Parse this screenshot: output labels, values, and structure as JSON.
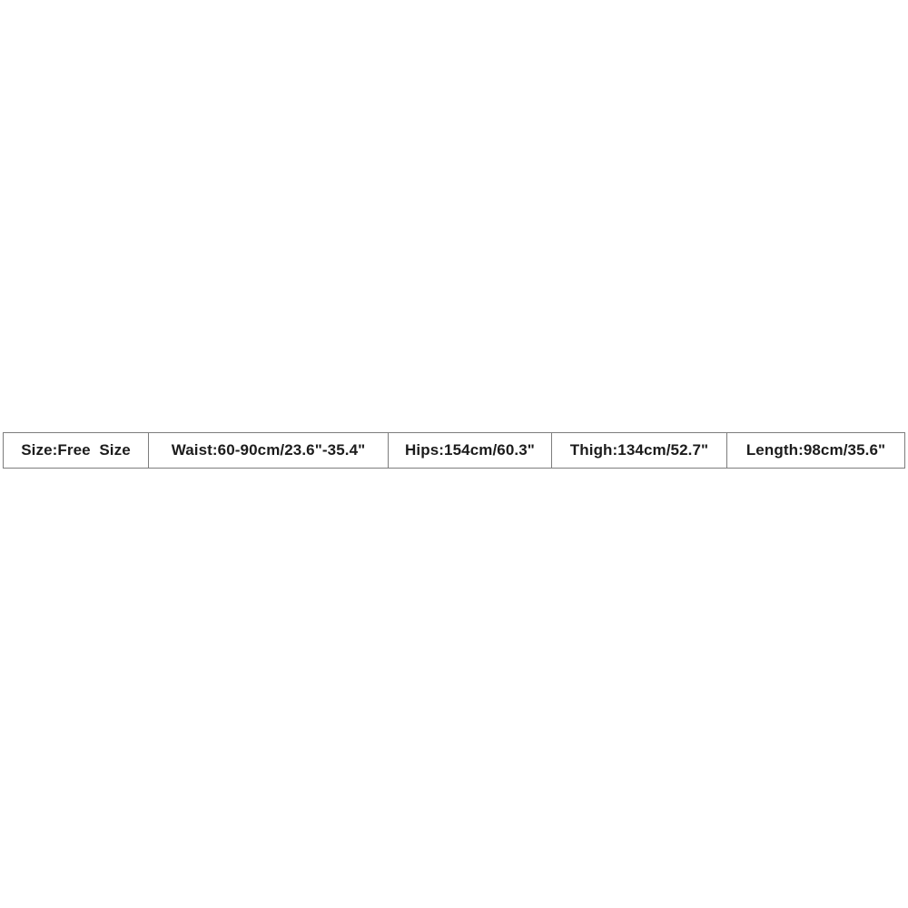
{
  "size_table": {
    "border_color": "#7d7d7d",
    "text_color": "#1c1c1c",
    "cells": [
      {
        "label": "Size:Free  Size"
      },
      {
        "label": "Waist:60-90cm/23.6\"-35.4\""
      },
      {
        "label": "Hips:154cm/60.3\""
      },
      {
        "label": "Thigh:134cm/52.7\""
      },
      {
        "label": "Length:98cm/35.6\""
      }
    ]
  },
  "chart_data": {
    "type": "table",
    "columns": [
      "Size",
      "Waist",
      "Hips",
      "Thigh",
      "Length"
    ],
    "rows": [
      [
        "Free Size",
        "60-90cm/23.6\"-35.4\"",
        "154cm/60.3\"",
        "134cm/52.7\"",
        "98cm/35.6\""
      ]
    ],
    "title": "",
    "layout": "single-row horizontal size chart strip, centered vertically on white background"
  }
}
